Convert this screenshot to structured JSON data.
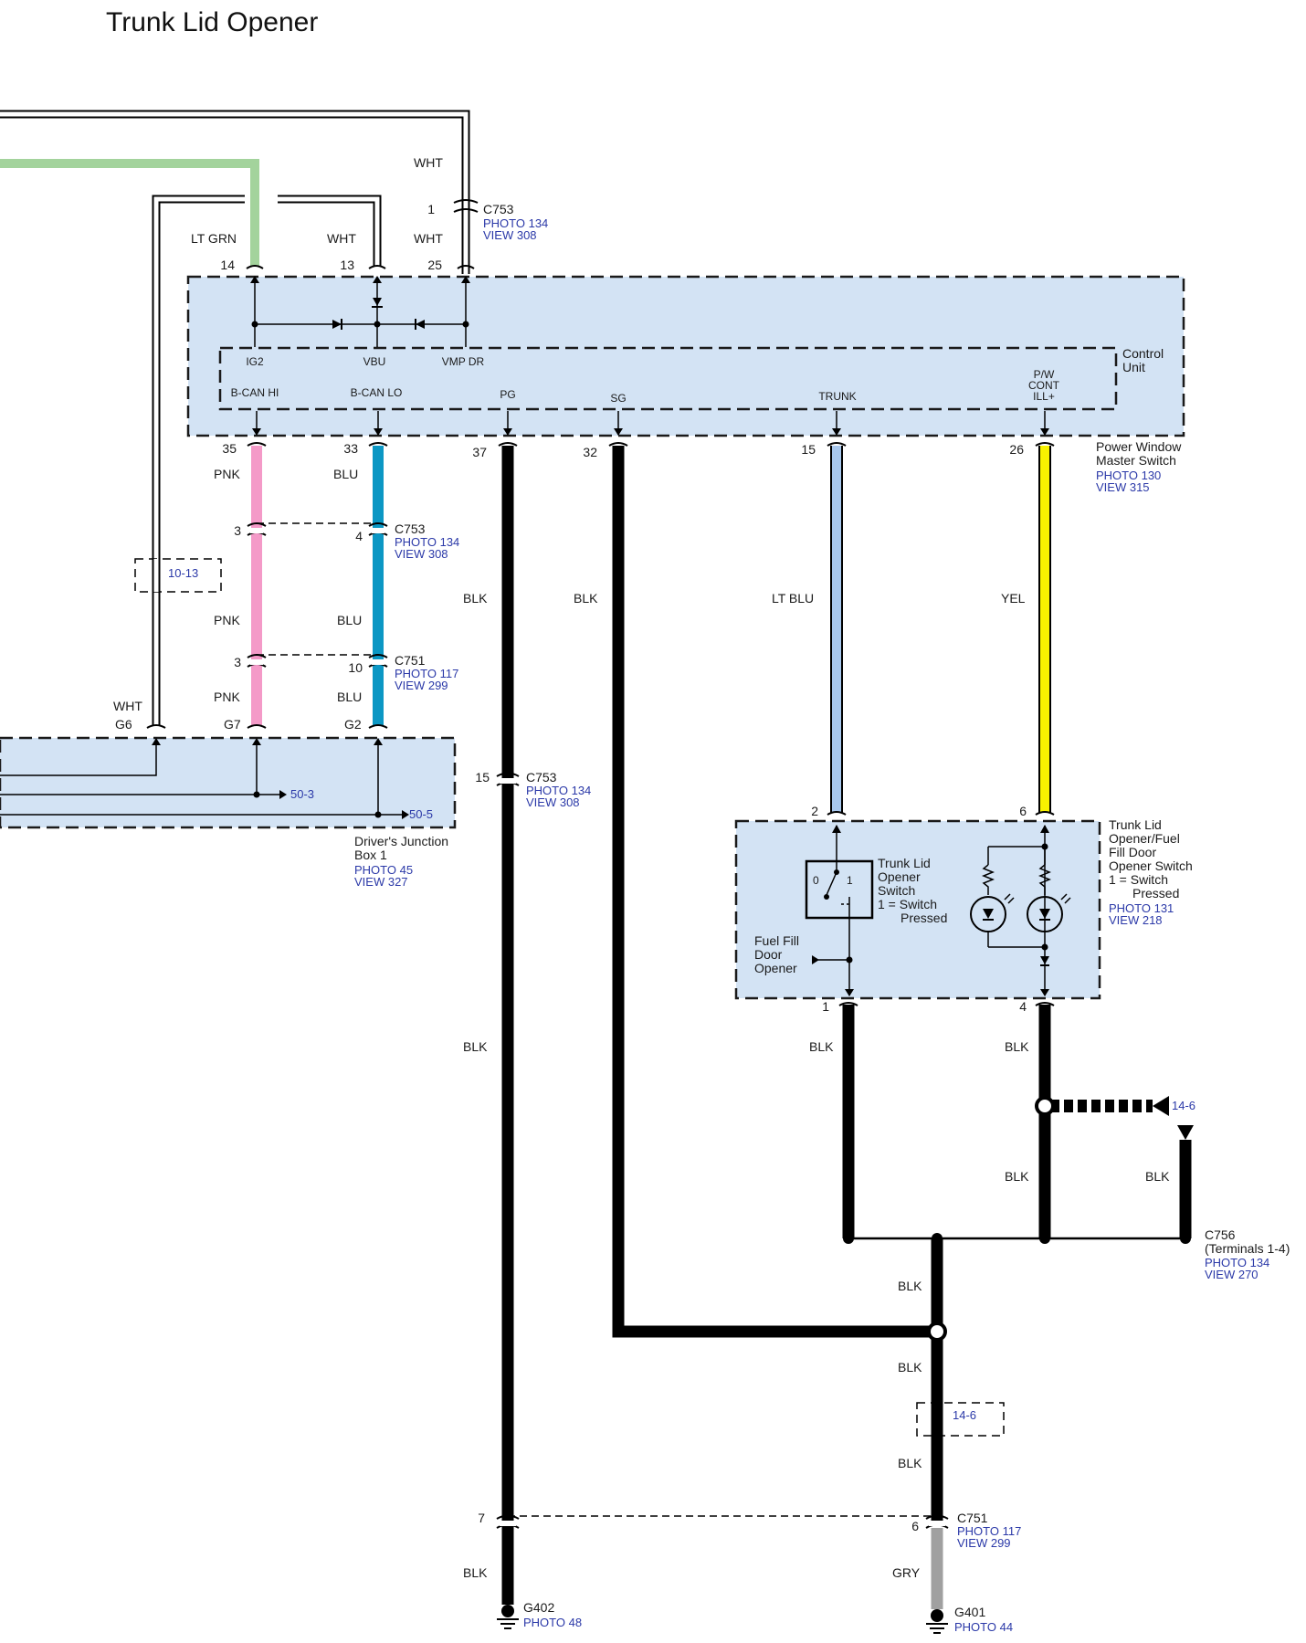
{
  "title": "Trunk Lid Opener",
  "wire_colors": {
    "WHT": "#ffffff",
    "LT GRN": "#a3d39c",
    "PNK": "#f49ac8",
    "BLU": "#0b97c4",
    "BLK": "#000000",
    "LT BLU": "#a8c8ee",
    "YEL": "#f8f200",
    "GRY": "#a0a0a0",
    "component_fill": "#d3e3f4"
  },
  "wire_labels": {
    "wht_top": "WHT",
    "wht_25": "WHT",
    "ltgrn_14": "LT GRN",
    "wht_13": "WHT",
    "pnk_1": "PNK",
    "blu_1": "BLU",
    "pnk_2": "PNK",
    "blu_2": "BLU",
    "pnk_3": "PNK",
    "blu_3": "BLU",
    "wht_g6": "WHT",
    "blk_37": "BLK",
    "blk_32": "BLK",
    "ltblu_15": "LT BLU",
    "yel_26": "YEL",
    "blk_37b": "BLK",
    "blk_t1": "BLK",
    "blk_t4": "BLK",
    "blk_t4b": "BLK",
    "blk_c756": "BLK",
    "blk_trunk1": "BLK",
    "blk_trunk2": "BLK",
    "blk_trunk3": "BLK",
    "blk_g402": "BLK",
    "gry_g401": "GRY"
  },
  "pins": {
    "c753_1": "1",
    "p14": "14",
    "p13": "13",
    "p25": "25",
    "p35": "35",
    "p33": "33",
    "p37": "37",
    "p32": "32",
    "p15": "15",
    "p26": "26",
    "c753_3": "3",
    "c753_4": "4",
    "c751_3": "3",
    "c751_10": "10",
    "c753_15": "15",
    "t2": "2",
    "t6": "6",
    "t1": "1",
    "t4": "4",
    "c753_7": "7",
    "c751_6": "6"
  },
  "terminals": {
    "g6": "G6",
    "g7": "G7",
    "g2": "G2"
  },
  "connectors": {
    "c753_top": {
      "name": "C753",
      "photo": "PHOTO 134",
      "view": "VIEW 308"
    },
    "c753_mid": {
      "name": "C753",
      "photo": "PHOTO 134",
      "view": "VIEW 308"
    },
    "c751_mid": {
      "name": "C751",
      "photo": "PHOTO 117",
      "view": "VIEW 299"
    },
    "c753_blk": {
      "name": "C753",
      "photo": "PHOTO 134",
      "view": "VIEW 308"
    },
    "c756": {
      "name": "C756",
      "sub": "(Terminals 1-4)",
      "photo": "PHOTO 134",
      "view": "VIEW 270"
    },
    "c751_bot": {
      "name": "C751",
      "photo": "PHOTO 117",
      "view": "VIEW 299"
    }
  },
  "control_unit": {
    "label_1": "Control",
    "label_2": "Unit",
    "pins": [
      "IG2",
      "VBU",
      "VMP DR",
      "B-CAN HI",
      "B-CAN LO",
      "PG",
      "SG",
      "TRUNK"
    ],
    "pwcont_1": "P/W",
    "pwcont_2": "CONT",
    "pwcont_3": "ILL+"
  },
  "master_switch": {
    "name_1": "Power Window",
    "name_2": "Master Switch",
    "photo": "PHOTO 130",
    "view": "VIEW 315"
  },
  "junction_box": {
    "name_1": "Driver's Junction",
    "name_2": "Box 1",
    "photo": "PHOTO 45",
    "view": "VIEW 327",
    "ref_1": "50-3",
    "ref_2": "50-5"
  },
  "trunk_switch": {
    "name_1": "Trunk Lid",
    "name_2": "Opener/Fuel",
    "name_3": "Fill Door",
    "name_4": "Opener Switch",
    "name_5": "1 = Switch",
    "name_6": "Pressed",
    "photo": "PHOTO 131",
    "view": "VIEW 218",
    "inner_1": "Trunk Lid",
    "inner_2": "Opener",
    "inner_3": "Switch",
    "inner_4": "1 = Switch",
    "inner_5": "Pressed",
    "pos_0": "0",
    "pos_1": "1",
    "fuel_1": "Fuel Fill",
    "fuel_2": "Door",
    "fuel_3": "Opener"
  },
  "refs": {
    "r10_13": "10-13",
    "r14_6a": "14-6",
    "r14_6b": "14-6"
  },
  "grounds": {
    "g402": {
      "name": "G402",
      "photo": "PHOTO 48"
    },
    "g401": {
      "name": "G401",
      "photo": "PHOTO 44"
    }
  }
}
